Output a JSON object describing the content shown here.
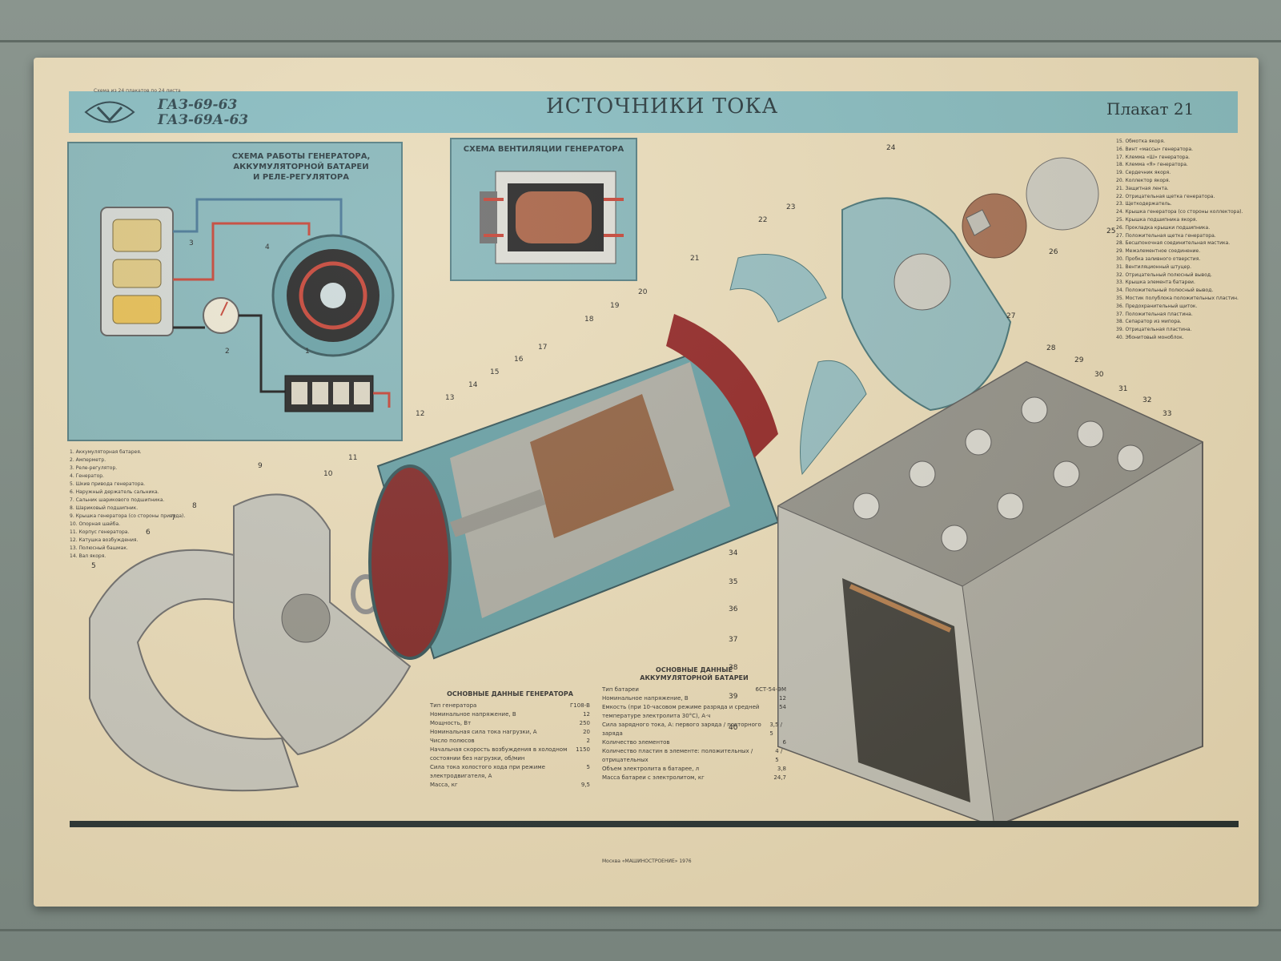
{
  "header": {
    "scale_note": "Схема из 24 плакатов по 24 листа",
    "model_line1": "ГАЗ-69-63",
    "model_line2": "ГАЗ-69А-63",
    "title": "ИСТОЧНИКИ ТОКА",
    "plakat": "Плакат 21"
  },
  "panels": {
    "generator_scheme_title": "СХЕМА РАБОТЫ ГЕНЕРАТОРА,\nАККУМУЛЯТОРНОЙ БАТАРЕИ\nИ РЕЛЕ-РЕГУЛЯТОРА",
    "ventilation_title": "СХЕМА ВЕНТИЛЯЦИИ ГЕНЕРАТОРА"
  },
  "left_legend": [
    "1. Аккумуляторная батарея.",
    "2. Амперметр.",
    "3. Реле-регулятор.",
    "4. Генератор.",
    "5. Шкив привода генератора.",
    "6. Наружный держатель сальника.",
    "7. Сальник шарикового подшипника.",
    "8. Шариковый подшипник.",
    "9. Крышка генератора (со стороны привода).",
    "10. Опорная шайба.",
    "11. Корпус генератора.",
    "12. Катушка возбуждения.",
    "13. Полюсный башмак.",
    "14. Вал якоря."
  ],
  "right_legend": [
    "15. Обмотка якоря.",
    "16. Винт «массы» генератора.",
    "17. Клемма «Ш» генератора.",
    "18. Клемма «Я» генератора.",
    "19. Сердечник якоря.",
    "20. Коллектор якоря.",
    "21. Защитная лента.",
    "22. Отрицательная щетка генератора.",
    "23. Щеткодержатель.",
    "24. Крышка генератора (со стороны коллектора).",
    "25. Крышка подшипника якоря.",
    "26. Прокладка крышки подшипника.",
    "27. Положительная щетка генератора.",
    "28. Бесшпоночная соединительная мастика.",
    "29. Межэлементное соединение.",
    "30. Пробка заливного отверстия.",
    "31. Вентиляционный штуцер.",
    "32. Отрицательный полюсный вывод.",
    "33. Крышка элемента батареи.",
    "34. Положительный полюсный вывод.",
    "35. Мостик полублока положительных пластин.",
    "36. Предохранительный щиток.",
    "37. Положительная пластина.",
    "38. Сепаратор из мипора.",
    "39. Отрицательная пластина.",
    "40. Эбонитовый моноблок."
  ],
  "generator_data": {
    "title": "ОСНОВНЫЕ ДАННЫЕ ГЕНЕРАТОРА",
    "rows": [
      {
        "label": "Тип генератора",
        "value": "Г108-В"
      },
      {
        "label": "Номинальное напряжение, В",
        "value": "12"
      },
      {
        "label": "Мощность, Вт",
        "value": "250"
      },
      {
        "label": "Номинальная сила тока нагрузки, А",
        "value": "20"
      },
      {
        "label": "Число полюсов",
        "value": "2"
      },
      {
        "label": "Начальная скорость возбуждения в холодном состоянии без нагрузки, об/мин",
        "value": "1150"
      },
      {
        "label": "Сила тока холостого хода при режиме электродвигателя, А",
        "value": "5"
      },
      {
        "label": "Масса, кг",
        "value": "9,5"
      }
    ]
  },
  "battery_data": {
    "title": "ОСНОВНЫЕ ДАННЫЕ\nАККУМУЛЯТОРНОЙ БАТАРЕИ",
    "rows": [
      {
        "label": "Тип батареи",
        "value": "6СТ-54-ЭМ"
      },
      {
        "label": "Номинальное напряжение, В",
        "value": "12"
      },
      {
        "label": "Емкость (при 10-часовом режиме разряда и средней температуре электролита 30°С), А·ч",
        "value": "54"
      },
      {
        "label": "Сила зарядного тока, А: первого заряда / повторного заряда",
        "value": "3,5 / 5"
      },
      {
        "label": "Количество элементов",
        "value": "6"
      },
      {
        "label": "Количество пластин в элементе: положительных / отрицательных",
        "value": "4 / 5"
      },
      {
        "label": "Объем электролита в батарее, л",
        "value": "3,8"
      },
      {
        "label": "Масса батареи с электролитом, кг",
        "value": "24,7"
      }
    ]
  },
  "footer": {
    "publisher": "Москва «МАШИНОСТРОЕНИЕ» 1976"
  },
  "callouts": {
    "c1": "1",
    "c2": "2",
    "c3": "3",
    "c4": "4",
    "c5": "5",
    "c6": "6",
    "c7": "7",
    "c8": "8",
    "c9": "9",
    "c10": "10",
    "c11": "11",
    "c12": "12",
    "c13": "13",
    "c14": "14",
    "c15": "15",
    "c16": "16",
    "c17": "17",
    "c18": "18",
    "c19": "19",
    "c20": "20",
    "c21": "21",
    "c22": "22",
    "c23": "23",
    "c24": "24",
    "c25": "25",
    "c26": "26",
    "c27": "27",
    "c28": "28",
    "c29": "29",
    "c30": "30",
    "c31": "31",
    "c32": "32",
    "c33": "33",
    "c34": "34",
    "c35": "35",
    "c36": "36",
    "c37": "37",
    "c38": "38",
    "c39": "39",
    "c40": "40"
  },
  "colors": {
    "paper": "#e7d9b6",
    "teal": "#7fb1b5",
    "dark_teal": "#3f6e73",
    "red": "#c0392b",
    "metal": "#b9b8b0",
    "dark": "#1e2a2c"
  }
}
